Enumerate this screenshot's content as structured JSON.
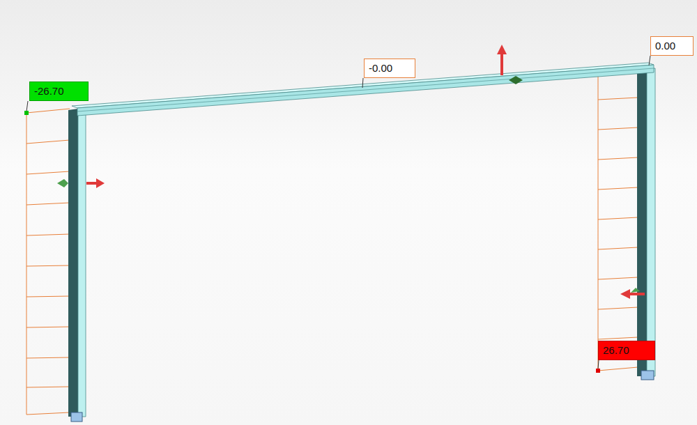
{
  "diagram": {
    "labels": [
      "-26.70",
      "-0.00",
      "0.00",
      "26.70"
    ]
  }
}
